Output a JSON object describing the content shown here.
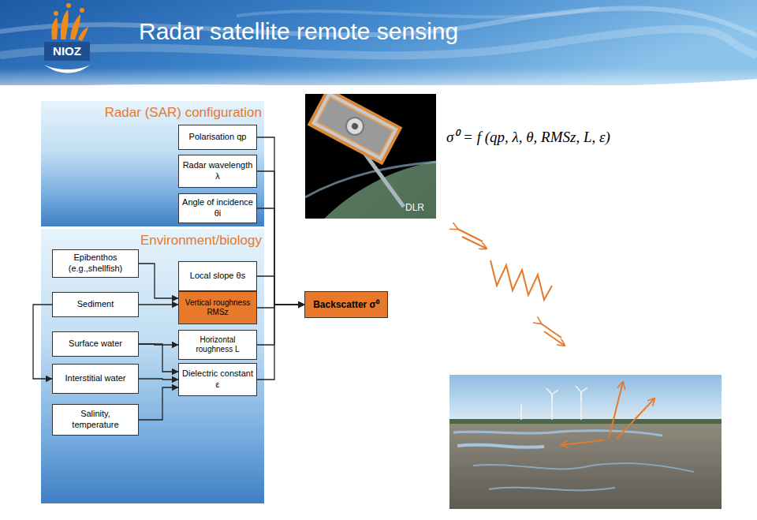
{
  "diagram": {
    "title": "Radar satellite remote sensing",
    "nodes": [
      {
        "text": [
          "Radar (SAR) configuration"
        ]
      },
      {
        "text": [
          "Polarisation qp"
        ],
        "in": 0
      },
      {
        "text": [
          "Radar wavelength λ"
        ],
        "in": 0
      },
      {
        "text": [
          "Angle of incidence θi"
        ],
        "in": 0
      },
      {
        "text": [
          "Environment/biology"
        ]
      },
      {
        "text": [
          "Epibenthos (e.g.,shellfish)"
        ],
        "in": 4
      },
      {
        "text": [
          "Local slope θs"
        ],
        "in": 4
      },
      {
        "text": [
          "Sediment"
        ],
        "in": 4
      },
      {
        "text": [
          "Vertical roughness RMSz"
        ],
        "in": 4
      },
      {
        "text": [
          "Surface water"
        ],
        "in": 4
      },
      {
        "text": [
          "Horizontal roughness L"
        ],
        "in": 4
      },
      {
        "text": [
          "Interstitial water"
        ],
        "in": 4
      },
      {
        "text": [
          "Dielectric constant ε"
        ],
        "in": 4
      },
      {
        "text": [
          "Salinity, temperature"
        ],
        "in": 4
      },
      {
        "text": [
          "Backscatter σ⁰"
        ]
      }
    ],
    "edges": [
      {
        "from": 1,
        "to": 14,
        "arrow": "to"
      },
      {
        "from": 2,
        "to": 14,
        "arrow": "to"
      },
      {
        "from": 3,
        "to": 14,
        "arrow": "to"
      },
      {
        "from": 6,
        "to": 14,
        "arrow": "to"
      },
      {
        "from": 8,
        "to": 14,
        "arrow": "to"
      },
      {
        "from": 10,
        "to": 14,
        "arrow": "to"
      },
      {
        "from": 12,
        "to": 14,
        "arrow": "to"
      },
      {
        "from": 5,
        "to": 8,
        "arrow": "to"
      },
      {
        "from": 7,
        "to": 8,
        "arrow": "to"
      },
      {
        "from": 7,
        "to": 11,
        "arrow": "to"
      },
      {
        "from": 9,
        "to": 10,
        "arrow": "to"
      },
      {
        "from": 9,
        "to": 12,
        "arrow": "to"
      },
      {
        "from": 11,
        "to": 12,
        "arrow": "to"
      },
      {
        "from": 13,
        "to": 12,
        "arrow": "to"
      }
    ],
    "labels": [
      "NIOZ",
      "DLR",
      "σ⁰ = f (qp, λ, θ, RMSz, L, ε)"
    ]
  }
}
